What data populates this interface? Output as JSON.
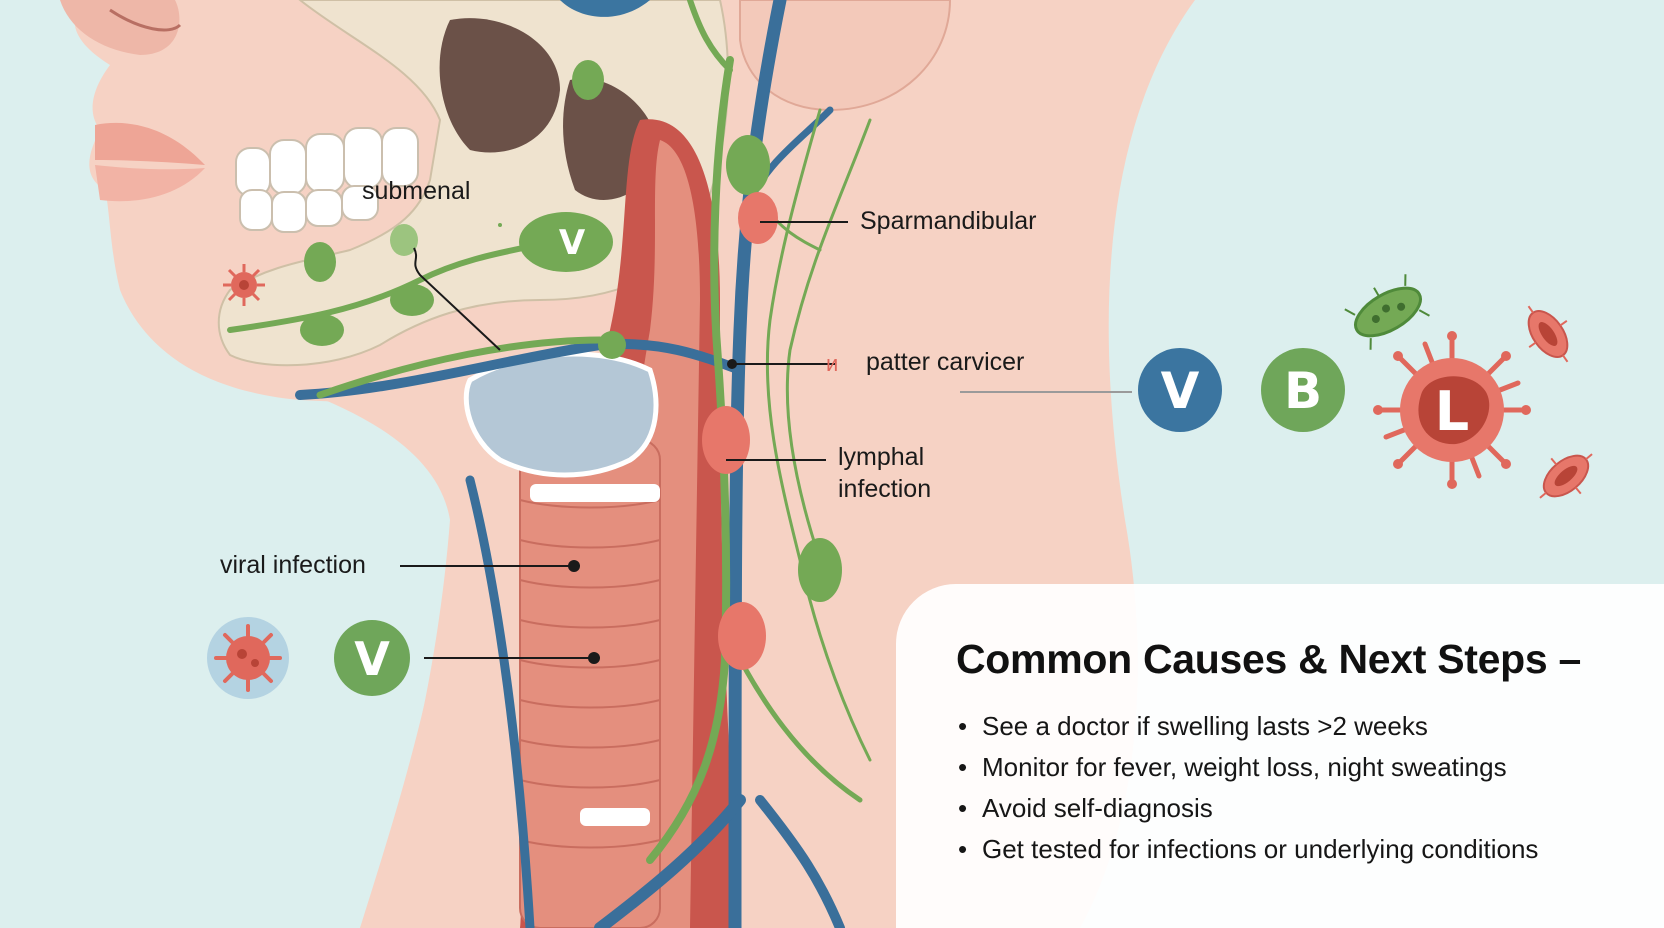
{
  "labels": {
    "submenal": "submenal",
    "sparmandibular": "Sparmandibular",
    "patter_marker": "ᴎ",
    "patter_carvicer": "patter carvicer",
    "lymphal_infection_line1": "lymphal",
    "lymphal_infection_line2": "infection",
    "viral_infection": "viral infection"
  },
  "badges": {
    "jaw_node": "V",
    "left_virus": "V",
    "right_v": "V",
    "right_b": "B",
    "right_l": "L"
  },
  "panel": {
    "title": "Common Causes & Next Steps –",
    "items": [
      "See a doctor if swelling lasts >2 weeks",
      "Monitor for fever, weight loss, night sweatings",
      "Avoid self-diagnosis",
      "Get tested for infections or underlying conditions"
    ]
  },
  "colors": {
    "background": "#dcefee",
    "skin": "#f6d2c4",
    "bone": "#efe3cf",
    "lymph_node": "#74a955",
    "vein": "#3a6f9a",
    "muscle": "#e48f7e",
    "badge_blue": "#3b75a0",
    "badge_green": "#6fa65a",
    "virus_red": "#e0685c"
  },
  "icons": [
    "virus-icon",
    "bacteria-icon"
  ]
}
